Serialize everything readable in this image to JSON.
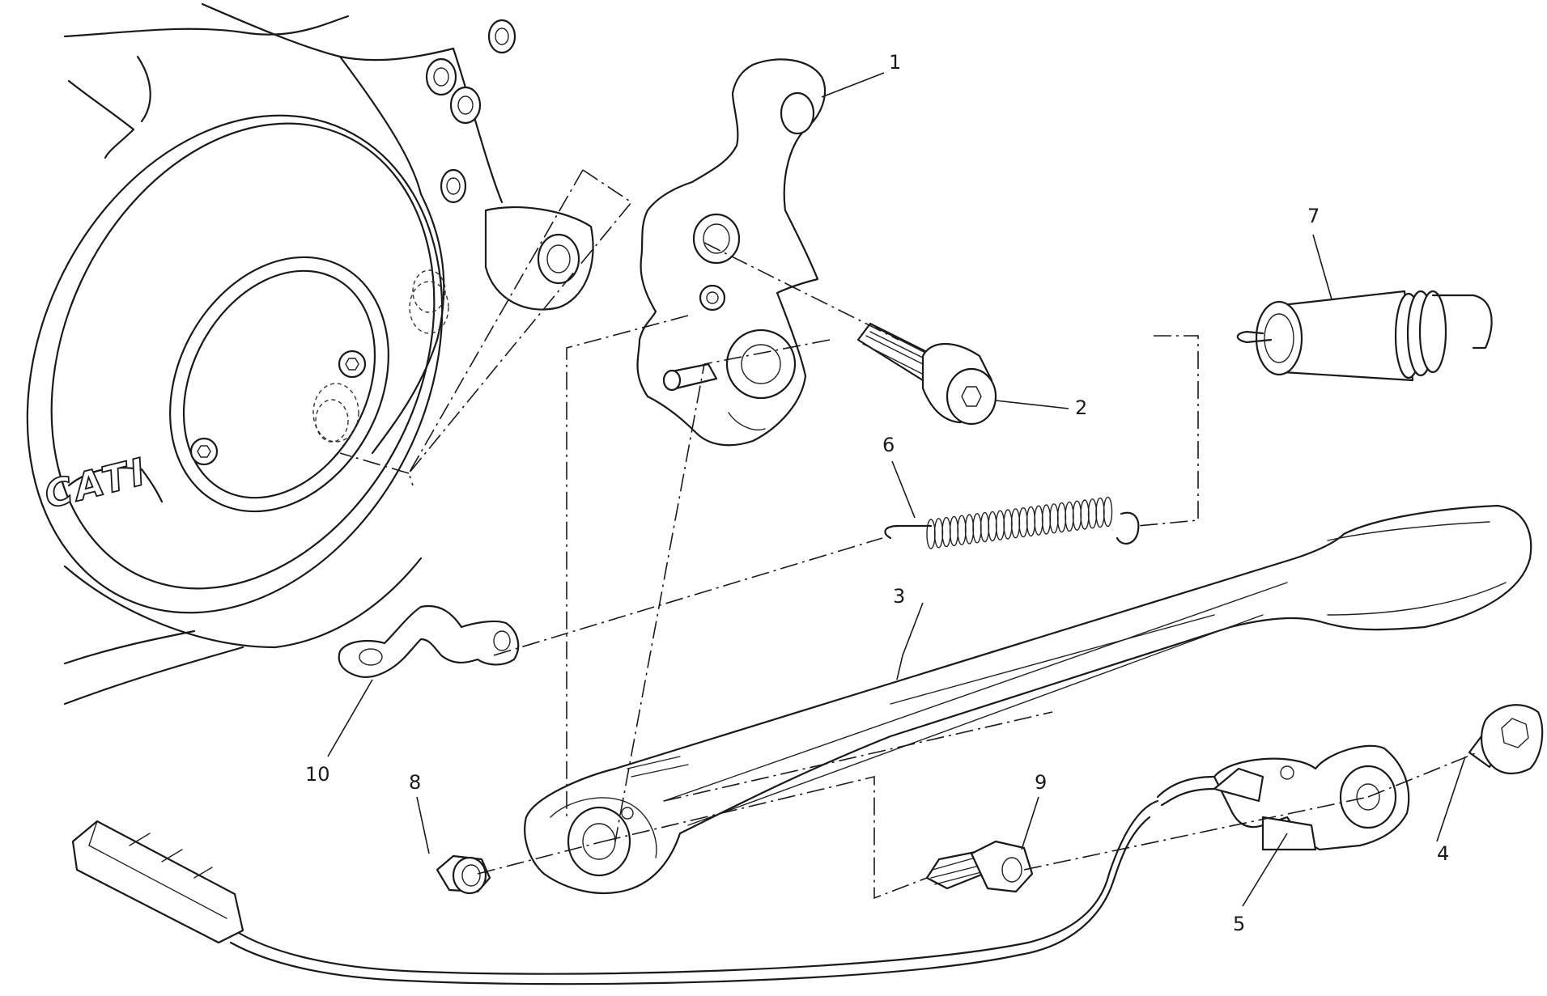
{
  "diagram": {
    "engine_logo_text": "CATI",
    "callouts": [
      {
        "id": "callout-1",
        "label": "1"
      },
      {
        "id": "callout-2",
        "label": "2"
      },
      {
        "id": "callout-3",
        "label": "3"
      },
      {
        "id": "callout-4",
        "label": "4"
      },
      {
        "id": "callout-5",
        "label": "5"
      },
      {
        "id": "callout-6",
        "label": "6"
      },
      {
        "id": "callout-7",
        "label": "7"
      },
      {
        "id": "callout-8",
        "label": "8"
      },
      {
        "id": "callout-9",
        "label": "9"
      },
      {
        "id": "callout-10",
        "label": "10"
      }
    ]
  }
}
